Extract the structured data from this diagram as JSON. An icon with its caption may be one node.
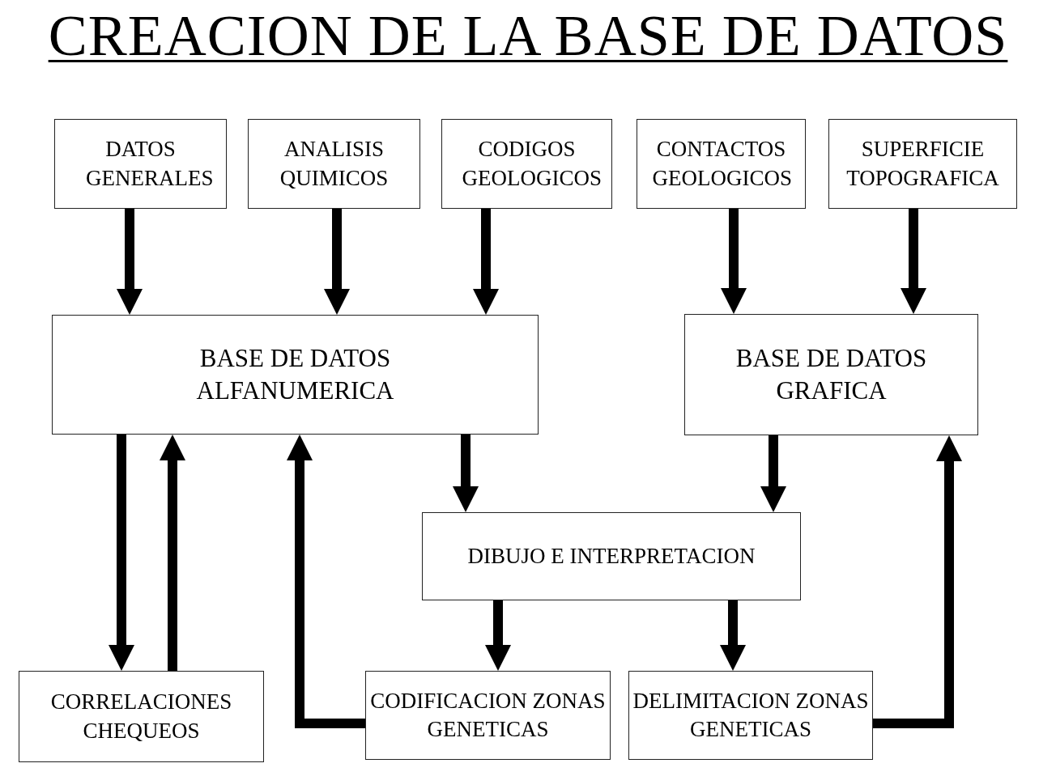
{
  "diagram": {
    "title": "CREACION DE LA BASE DE DATOS",
    "nodes": [
      {
        "text": [
          "DATOS GENERALES"
        ]
      },
      {
        "text": [
          "ANALISIS QUIMICOS"
        ]
      },
      {
        "text": [
          "CODIGOS GEOLOGICOS"
        ]
      },
      {
        "text": [
          "CONTACTOS GEOLOGICOS"
        ]
      },
      {
        "text": [
          "SUPERFICIE TOPOGRAFICA"
        ]
      },
      {
        "text": [
          "BASE DE DATOS ALFANUMERICA"
        ]
      },
      {
        "text": [
          "BASE DE DATOS GRAFICA"
        ]
      },
      {
        "text": [
          "DIBUJO E INTERPRETACION"
        ]
      },
      {
        "text": [
          "CORRELACIONES CHEQUEOS"
        ]
      },
      {
        "text": [
          "CODIFICACION ZONAS GENETICAS"
        ]
      },
      {
        "text": [
          "DELIMITACION ZONAS GENETICAS"
        ]
      }
    ],
    "edges": [
      {
        "from": 0,
        "to": 5,
        "arrow": "to"
      },
      {
        "from": 1,
        "to": 5,
        "arrow": "to"
      },
      {
        "from": 2,
        "to": 5,
        "arrow": "to"
      },
      {
        "from": 3,
        "to": 6,
        "arrow": "to"
      },
      {
        "from": 4,
        "to": 6,
        "arrow": "to"
      },
      {
        "from": 5,
        "to": 8,
        "arrow": "to"
      },
      {
        "from": 8,
        "to": 5,
        "arrow": "to"
      },
      {
        "from": 9,
        "to": 5,
        "arrow": "to"
      },
      {
        "from": 5,
        "to": 7,
        "arrow": "to"
      },
      {
        "from": 6,
        "to": 7,
        "arrow": "to"
      },
      {
        "from": 7,
        "to": 9,
        "arrow": "to"
      },
      {
        "from": 7,
        "to": 10,
        "arrow": "to"
      },
      {
        "from": 10,
        "to": 6,
        "arrow": "to"
      }
    ]
  }
}
